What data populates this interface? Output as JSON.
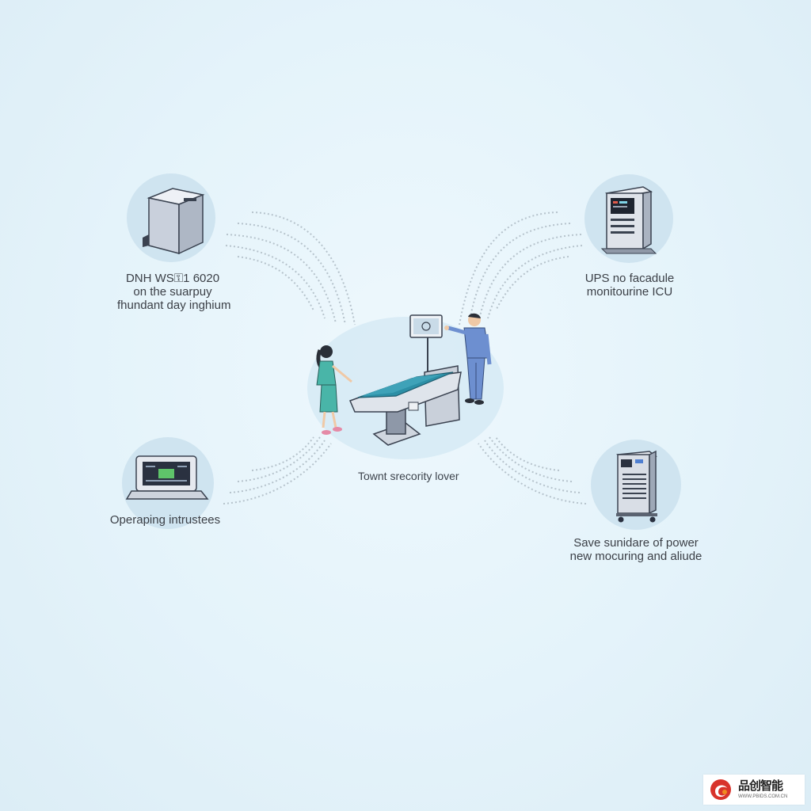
{
  "nodes": {
    "top_left": {
      "lines": [
        "DNH WS⚿1 6020",
        "on the suarpuy",
        "fhundant day inghium"
      ],
      "icon": "server-box-icon"
    },
    "top_right": {
      "lines": [
        "UPS no facadule",
        "monitourine ICU"
      ],
      "icon": "ups-cabinet-icon"
    },
    "bottom_left": {
      "lines": [
        "Operaping intrustees"
      ],
      "icon": "laptop-monitor-icon"
    },
    "bottom_right": {
      "lines": [
        "Save sunidare of power",
        "new mocuring and aliude"
      ],
      "icon": "power-rack-icon"
    }
  },
  "center": {
    "caption": "Townt srecority lover",
    "icon": "operating-table-scene-icon"
  },
  "logo": {
    "main": "品创智能",
    "sub": "WWW.PBIDS.COM.CN",
    "icon": "brand-swirl-icon"
  },
  "colors": {
    "background": "#e4f3fa",
    "node_circle": "#cfe4f0",
    "connector": "#b9c6cf",
    "table_pad": "#2c8fa6",
    "device_gray": "#b9c1cb"
  }
}
